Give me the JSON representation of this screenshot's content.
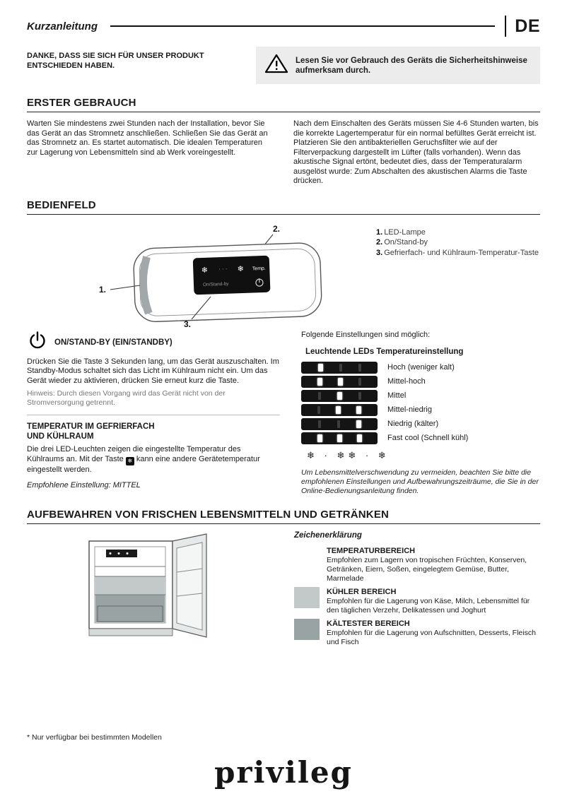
{
  "header": {
    "title": "Kurzanleitung",
    "lang": "DE"
  },
  "intro": {
    "thanks": "DANKE, DASS SIE SICH FÜR UNSER PRODUKT ENTSCHIEDEN HABEN.",
    "warning": "Lesen Sie vor Gebrauch des Geräts die Sicherheitshinweise aufmerksam durch."
  },
  "first_use": {
    "heading": "ERSTER GEBRAUCH",
    "col_left": "Warten Sie mindestens zwei Stunden nach der Installation, bevor Sie das Gerät an das Stromnetz anschließen. Schließen Sie das Gerät an das Stromnetz an. Es startet automatisch. Die idealen Temperaturen zur Lagerung von Lebensmitteln sind ab Werk voreingestellt.",
    "col_right": "Nach dem Einschalten des Geräts müssen Sie 4-6 Stunden warten, bis die korrekte Lagertemperatur für ein normal befülltes Gerät erreicht ist. Platzieren Sie den antibakteriellen Geruchsfilter wie auf der Filterverpackung dargestellt im Lüfter (falls vorhanden). Wenn das akustische Signal ertönt, bedeutet dies, dass der Temperaturalarm ausgelöst wurde: Zum Abschalten des akustischen Alarms die Taste drücken."
  },
  "control_panel": {
    "heading": "BEDIENFELD",
    "callouts": [
      "1.",
      "2.",
      "3."
    ],
    "diagram": {
      "temp_label": "Temp.",
      "onstandby_label": "On/Stand-by",
      "dots": "· · ·"
    },
    "legend": [
      {
        "num": "1.",
        "text": "LED-Lampe"
      },
      {
        "num": "2.",
        "text": "On/Stand-by"
      },
      {
        "num": "3.",
        "text": "Gefrierfach- und Kühlraum-Temperatur-Taste"
      }
    ],
    "onstandby": {
      "heading": "ON/STAND-BY (EIN/STANDBY)",
      "body": "Drücken Sie die Taste 3 Sekunden lang, um das Gerät auszuschalten. Im Standby-Modus schaltet sich das Licht im Kühlraum nicht ein. Um das Gerät wieder zu aktivieren, drücken Sie erneut kurz die Taste.",
      "note": "Hinweis: Durch diesen Vorgang wird das Gerät nicht von der Stromversorgung getrennt."
    },
    "temperature": {
      "heading_line1": "TEMPERATUR IM GEFRIERFACH",
      "heading_line2": "UND KÜHLRAUM",
      "body_before": "Die drei LED-Leuchten zeigen die eingestellte Temperatur des Kühlraums an. Mit der Taste",
      "body_after": "kann eine andere Gerätetemperatur eingestellt werden.",
      "recommended": "Empfohlene Einstellung: MITTEL"
    },
    "settings": {
      "intro": "Folgende Einstellungen sind möglich:",
      "table_header": "Leuchtende LEDs Temperatureinstellung",
      "rows": [
        {
          "label": "Hoch (weniger kalt)",
          "leds": [
            1,
            0,
            0
          ]
        },
        {
          "label": "Mittel-hoch",
          "leds": [
            1,
            1,
            0
          ]
        },
        {
          "label": "Mittel",
          "leds": [
            0,
            1,
            0
          ]
        },
        {
          "label": "Mittel-niedrig",
          "leds": [
            0,
            1,
            1
          ]
        },
        {
          "label": "Niedrig (kälter)",
          "leds": [
            0,
            0,
            1
          ]
        },
        {
          "label": "Fast cool (Schnell kühl)",
          "leds": [
            1,
            1,
            1
          ]
        }
      ],
      "snow_scale": "❄ · ❄❄ · ❄",
      "footnote": "Um Lebensmittelverschwendung zu vermeiden, beachten Sie bitte die empfohlenen Einstellungen und Aufbewahrungszeiträume, die Sie in der Online-Bedienungsanleitung finden."
    }
  },
  "storage": {
    "heading": "AUFBEWAHREN VON FRISCHEN LEBENSMITTELN UND GETRÄNKEN",
    "legend_title": "Zeichenerklärung",
    "zones": [
      {
        "title": "TEMPERATURBEREICH",
        "desc": "Empfohlen zum Lagern von tropischen Früchten, Konserven, Getränken, Eiern, Soßen, eingelegtem Gemüse, Butter, Marmelade",
        "color": "#ffffff"
      },
      {
        "title": "KÜHLER BEREICH",
        "desc": "Empfohlen für die Lagerung von Käse, Milch, Lebensmittel für den täglichen Verzehr, Delikatessen und Joghurt",
        "color": "#c3c9c9"
      },
      {
        "title": "KÄLTESTER BEREICH",
        "desc": "Empfohlen für die Lagerung von Aufschnitten, Desserts, Fleisch und Fisch",
        "color": "#9aa3a3"
      }
    ]
  },
  "icons": {
    "snowflake": "❄"
  },
  "footer": {
    "note": "* Nur verfügbar bei bestimmten Modellen",
    "brand": "privileg"
  }
}
